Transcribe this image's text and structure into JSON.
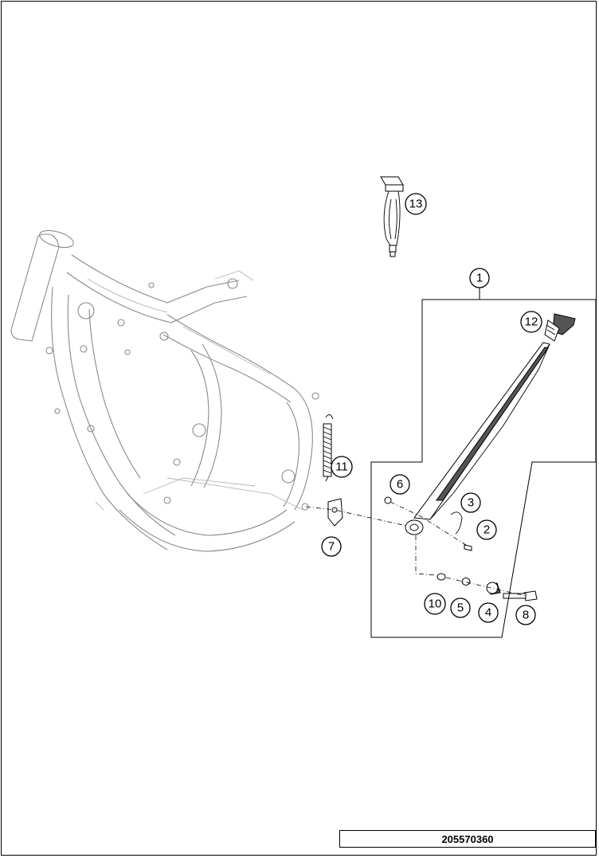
{
  "callouts": [
    "1",
    "2",
    "3",
    "4",
    "5",
    "6",
    "7",
    "8",
    "10",
    "11",
    "12",
    "13"
  ],
  "document_number": "205570360"
}
